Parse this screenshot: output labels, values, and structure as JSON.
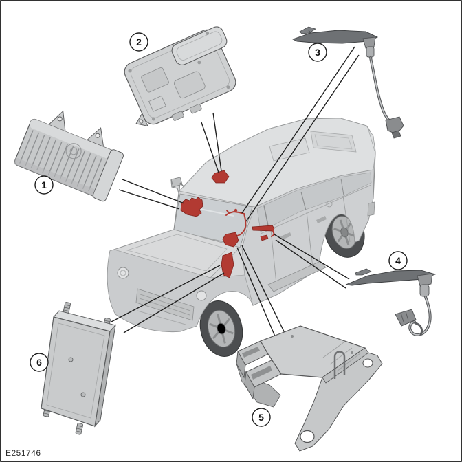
{
  "figure": {
    "id_label": "E251746"
  },
  "colors": {
    "background": "#ffffff",
    "border": "#000000",
    "highlight_red": "#b23a32",
    "highlight_red_stroke": "#7e221c",
    "leader_line": "#1f1f1f",
    "vehicle_body": "#d6d7d8",
    "component_gray": "#cdcfd0",
    "antenna_dark": "#6e7174"
  },
  "callouts": [
    {
      "number": "1",
      "name": "module-with-heatsink"
    },
    {
      "number": "2",
      "name": "flat-control-module"
    },
    {
      "number": "3",
      "name": "roof-antenna-with-cable"
    },
    {
      "number": "4",
      "name": "side-antenna-with-cable"
    },
    {
      "number": "5",
      "name": "control-module-with-mounting-flange"
    },
    {
      "number": "6",
      "name": "flat-panel-module"
    }
  ]
}
